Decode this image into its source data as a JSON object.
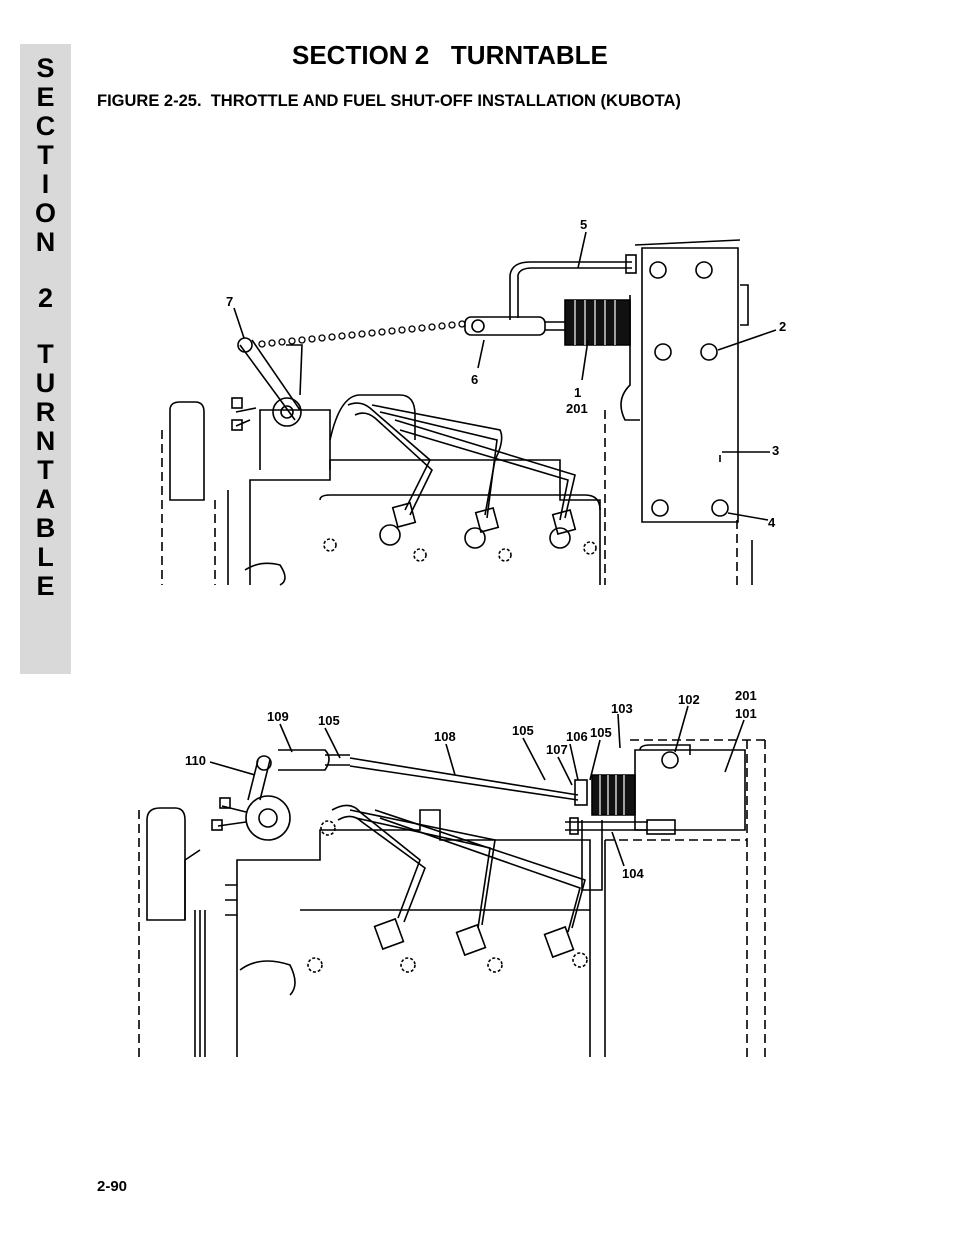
{
  "side_tab": {
    "letters": [
      "S",
      "E",
      "C",
      "T",
      "I",
      "O",
      "N",
      "",
      "2",
      "",
      "T",
      "U",
      "R",
      "N",
      "T",
      "A",
      "B",
      "L",
      "E"
    ]
  },
  "header": {
    "section_title": "SECTION 2   TURNTABLE",
    "figure_caption": "FIGURE 2-25.  THROTTLE AND FUEL SHUT-OFF INSTALLATION (KUBOTA)"
  },
  "figure_top": {
    "callouts": [
      "5",
      "7",
      "2",
      "6",
      "1",
      "201",
      "3",
      "4"
    ]
  },
  "figure_bottom": {
    "callouts": [
      "109",
      "105",
      "108",
      "105",
      "106",
      "107",
      "105",
      "103",
      "102",
      "201",
      "101",
      "110",
      "104"
    ]
  },
  "footer": {
    "page_number": "2-90"
  }
}
